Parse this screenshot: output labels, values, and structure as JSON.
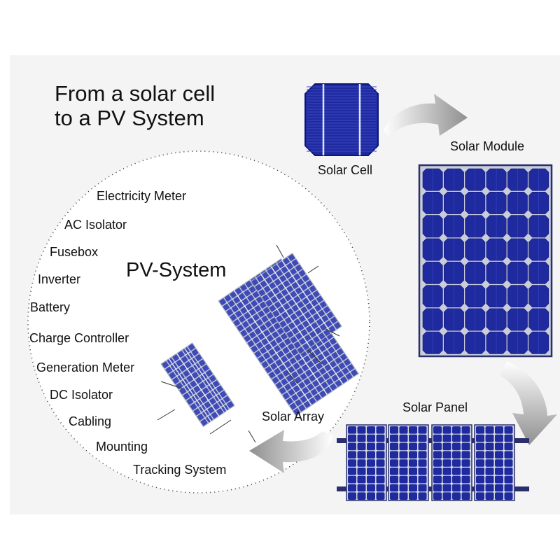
{
  "title": {
    "line1": "From a solar cell",
    "line2": "to a PV System"
  },
  "stages": {
    "cell": "Solar Cell",
    "module": "Solar Module",
    "panel": "Solar Panel",
    "array": "Solar Array",
    "system": "PV-System"
  },
  "components": [
    "Electricity Meter",
    "AC Isolator",
    "Fusebox",
    "Inverter",
    "Battery",
    "Charge Controller",
    "Generation Meter",
    "DC Isolator",
    "Cabling",
    "Mounting",
    "Tracking System"
  ],
  "colors": {
    "cell_blue": "#1f2a9e",
    "cell_dark": "#0e157a",
    "module_frame": "#2a2f6b",
    "module_gap": "#c9cdd9",
    "arrow_gray": "#9a9a9a",
    "background": "#f4f4f4"
  }
}
